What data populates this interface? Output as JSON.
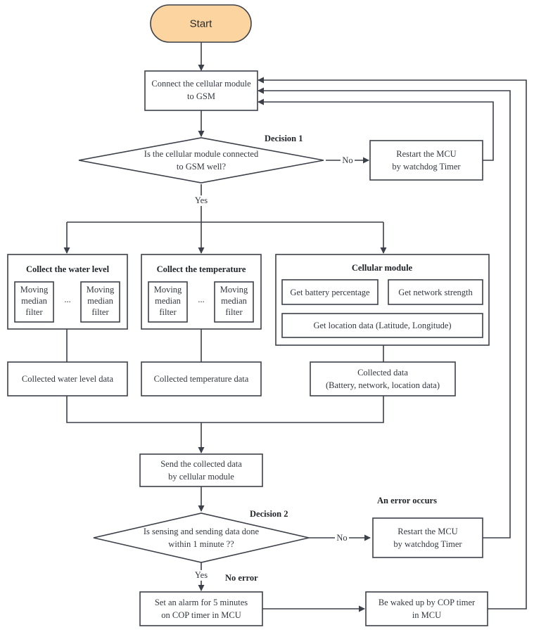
{
  "nodes": {
    "start": "Start",
    "connect": [
      "Connect the cellular module",
      "to GSM"
    ],
    "decision1_label": "Decision 1",
    "decision1": [
      "Is the cellular module connected",
      "to GSM well?"
    ],
    "restart1": [
      "Restart the MCU",
      "by watchdog Timer"
    ],
    "water_title": "Collect the water level",
    "temp_title": "Collect the temperature",
    "filter": [
      "Moving",
      "median",
      "filter"
    ],
    "ellipsis": "...",
    "cellular_title": "Cellular module",
    "battery": "Get battery percentage",
    "network": "Get network strength",
    "location": "Get location data (Latitude, Longitude)",
    "water_data": "Collected water level data",
    "temp_data": "Collected temperature data",
    "collected": [
      "Collected data",
      "(Battery, network, location data)"
    ],
    "send": [
      "Send the collected data",
      "by cellular module"
    ],
    "decision2_label": "Decision 2",
    "decision2": [
      "Is sensing and sending data done",
      "within 1 minute ??"
    ],
    "error_label": "An error occurs",
    "restart2": [
      "Restart the MCU",
      "by watchdog Timer"
    ],
    "no_error_label": "No error",
    "alarm": [
      "Set an alarm for 5 minutes",
      "on COP timer in MCU"
    ],
    "wake": [
      "Be waked up by COP timer",
      "in MCU"
    ]
  },
  "edges": {
    "no": "No",
    "yes": "Yes"
  },
  "colors": {
    "start_fill": "#fbd49f",
    "line": "#3c4048"
  }
}
